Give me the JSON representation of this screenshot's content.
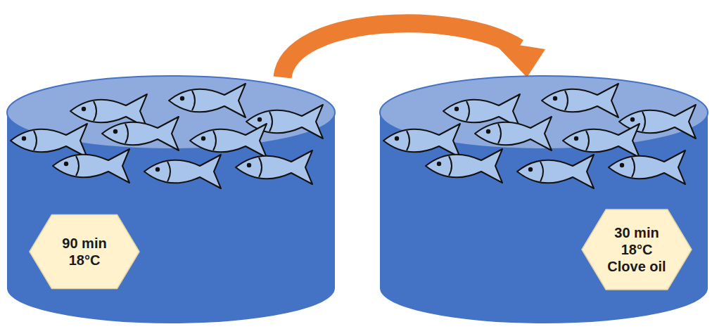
{
  "diagram": {
    "nodes": [
      {
        "text": [
          "90 min 18°C"
        ]
      },
      {
        "text": [
          "30 min 18°C Clove oil"
        ]
      }
    ],
    "edges": [
      {
        "from": 0,
        "to": 1,
        "arrow": "to"
      }
    ]
  }
}
